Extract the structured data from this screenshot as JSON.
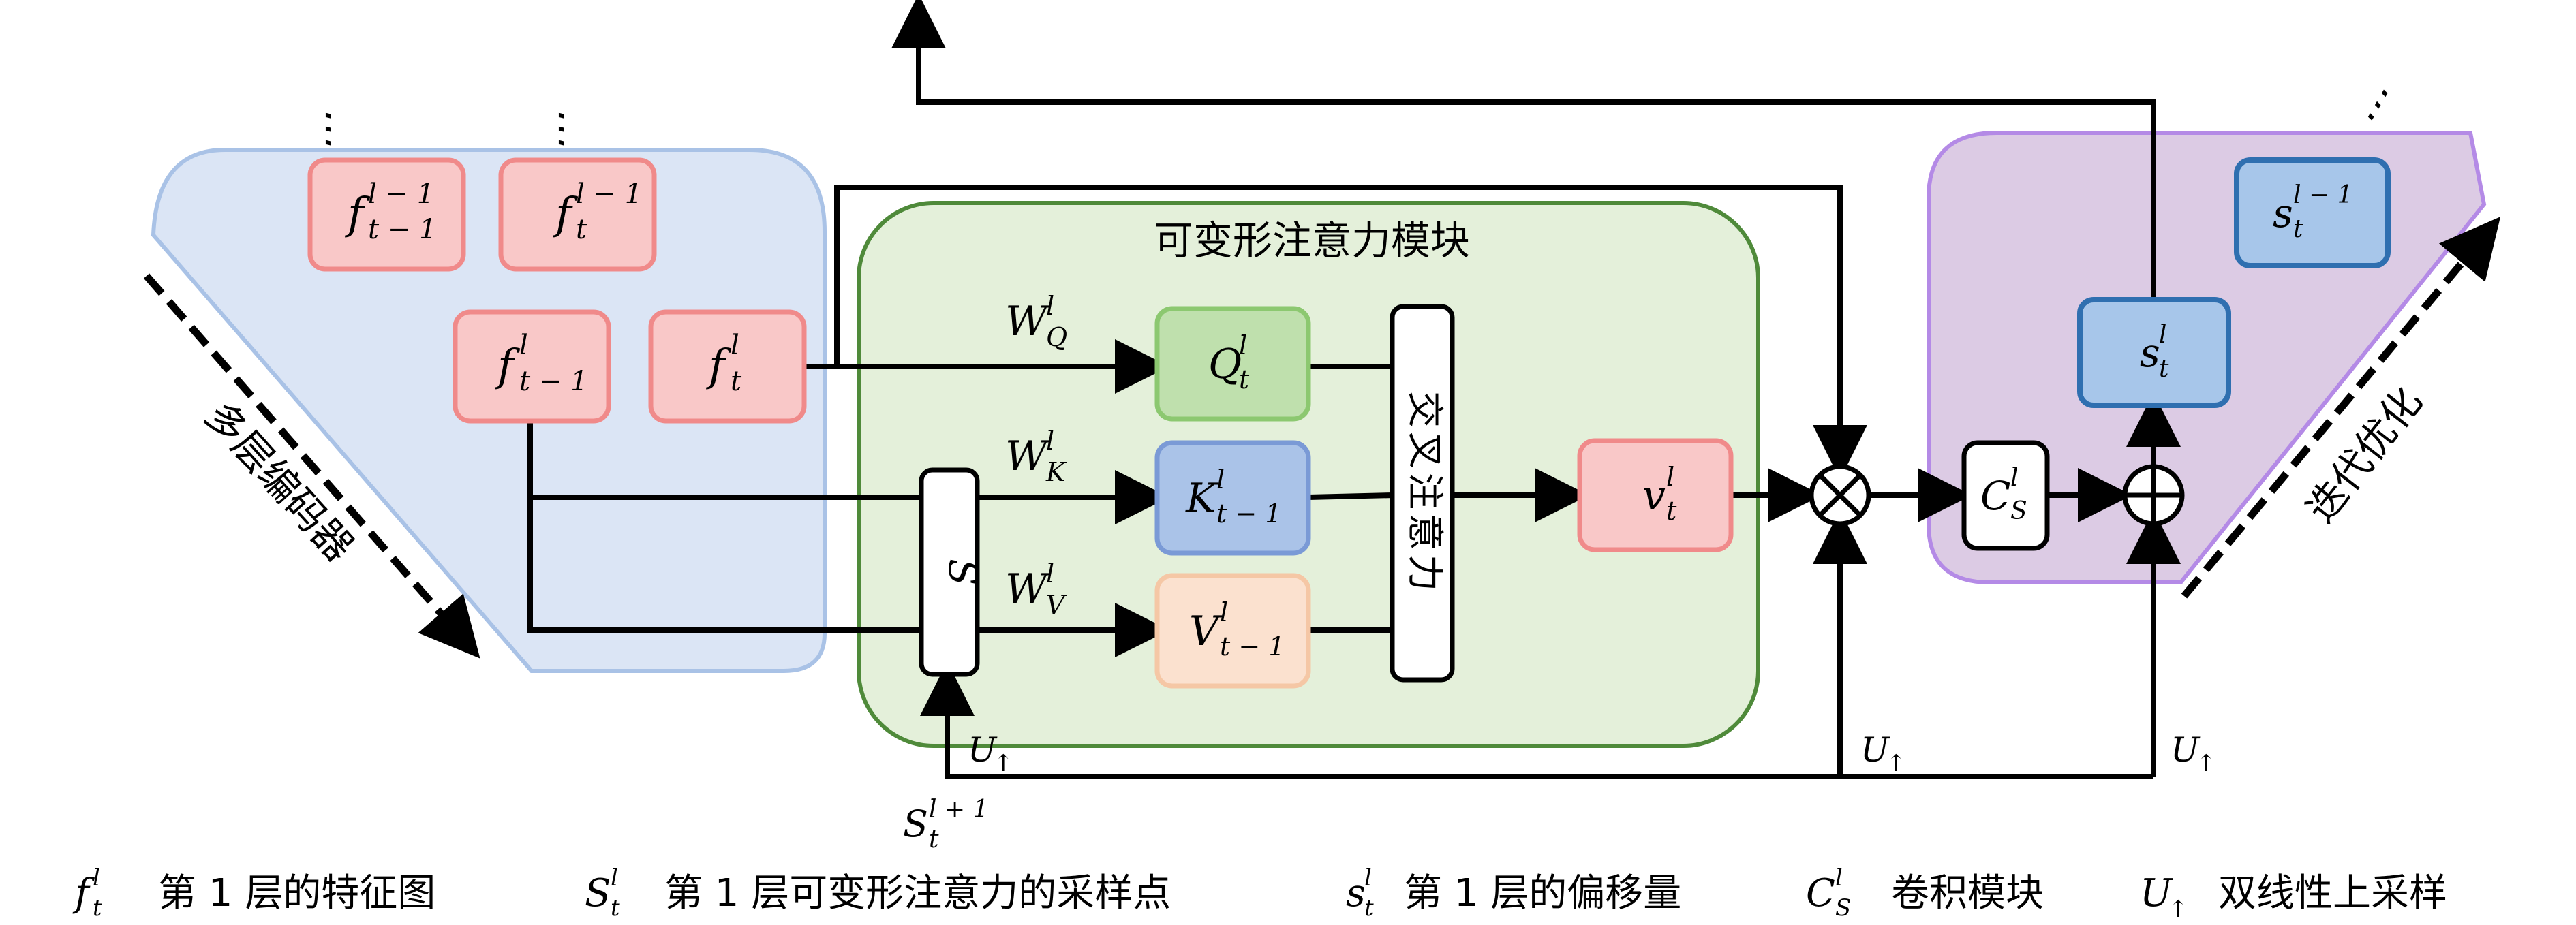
{
  "colors": {
    "encoder_panel": "#dbe5f5",
    "encoder_panel_border": "#a9c2e6",
    "attention_panel": "#e4f0da",
    "attention_panel_border": "#4f8a3a",
    "refine_panel": "#dccbe4",
    "refine_panel_border": "#b48ae6",
    "pink_fill": "#f9c8c8",
    "pink_border": "#f08a8a",
    "green_fill": "#bfe0ad",
    "green_border": "#8cc870",
    "blue_fill": "#aac3e8",
    "blue_border": "#7a9ad6",
    "orange_fill": "#fbe1cf",
    "orange_border": "#f5c7a5",
    "s_fill": "#a7c6ea",
    "s_border": "#2f6fb0"
  },
  "encoder": {
    "label": "多层编码器",
    "dots_left": "⋯",
    "dots_right": "⋯",
    "f_prev_prev": "fₗ₋₁ / t-1",
    "f_prev_top_base": "f",
    "f_prev_top_sup": "l − 1",
    "f_prev_top_sub": "t − 1",
    "f_cur_top_base": "f",
    "f_cur_top_sup": "l − 1",
    "f_cur_top_sub": "t",
    "f_prev_base": "f",
    "f_prev_sup": "l",
    "f_prev_sub": "t − 1",
    "f_cur_base": "f",
    "f_cur_sup": "l",
    "f_cur_sub": "t"
  },
  "attention": {
    "title": "可变形注意力模块",
    "cross_attention": "交叉注意力",
    "sampler": "S",
    "wq_base": "W",
    "wq_sup": "l",
    "wq_sub": "Q",
    "wk_base": "W",
    "wk_sup": "l",
    "wk_sub": "K",
    "wv_base": "W",
    "wv_sup": "l",
    "wv_sub": "V",
    "q_base": "Q",
    "q_sup": "l",
    "q_sub": "t",
    "k_base": "K",
    "k_sup": "l",
    "k_sub": "t − 1",
    "v_base": "V",
    "v_sup": "l",
    "v_sub": "t − 1",
    "out_base": "v",
    "out_sup": "l",
    "out_sub": "t"
  },
  "refine": {
    "label": "迭代优化",
    "dots": "⋯",
    "conv_base": "C",
    "conv_sup": "l",
    "conv_sub": "S",
    "s_base": "s",
    "s_sup": "l",
    "s_sub": "t",
    "s_prev_base": "s",
    "s_prev_sup": "l − 1",
    "s_prev_sub": "t",
    "multiply_symbol": "⊗",
    "add_symbol": "⊕"
  },
  "upsample": {
    "u_base": "U",
    "u_sub": "↑",
    "sample_base": "S",
    "sample_sup": "l + 1",
    "sample_sub": "t"
  },
  "legend": [
    {
      "sym_base": "f",
      "sym_sup": "l",
      "sym_sub": "t",
      "text": "第 1 层的特征图"
    },
    {
      "sym_base": "S",
      "sym_sup": "l",
      "sym_sub": "t",
      "text": "第 1 层可变形注意力的采样点"
    },
    {
      "sym_base": "s",
      "sym_sup": "l",
      "sym_sub": "t",
      "text": "第 1 层的偏移量"
    },
    {
      "sym_base": "C",
      "sym_sup": "l",
      "sym_sub": "S",
      "text": "卷积模块"
    },
    {
      "sym_base": "U",
      "sym_sup": "",
      "sym_sub": "↑",
      "text": "双线性上采样"
    }
  ]
}
